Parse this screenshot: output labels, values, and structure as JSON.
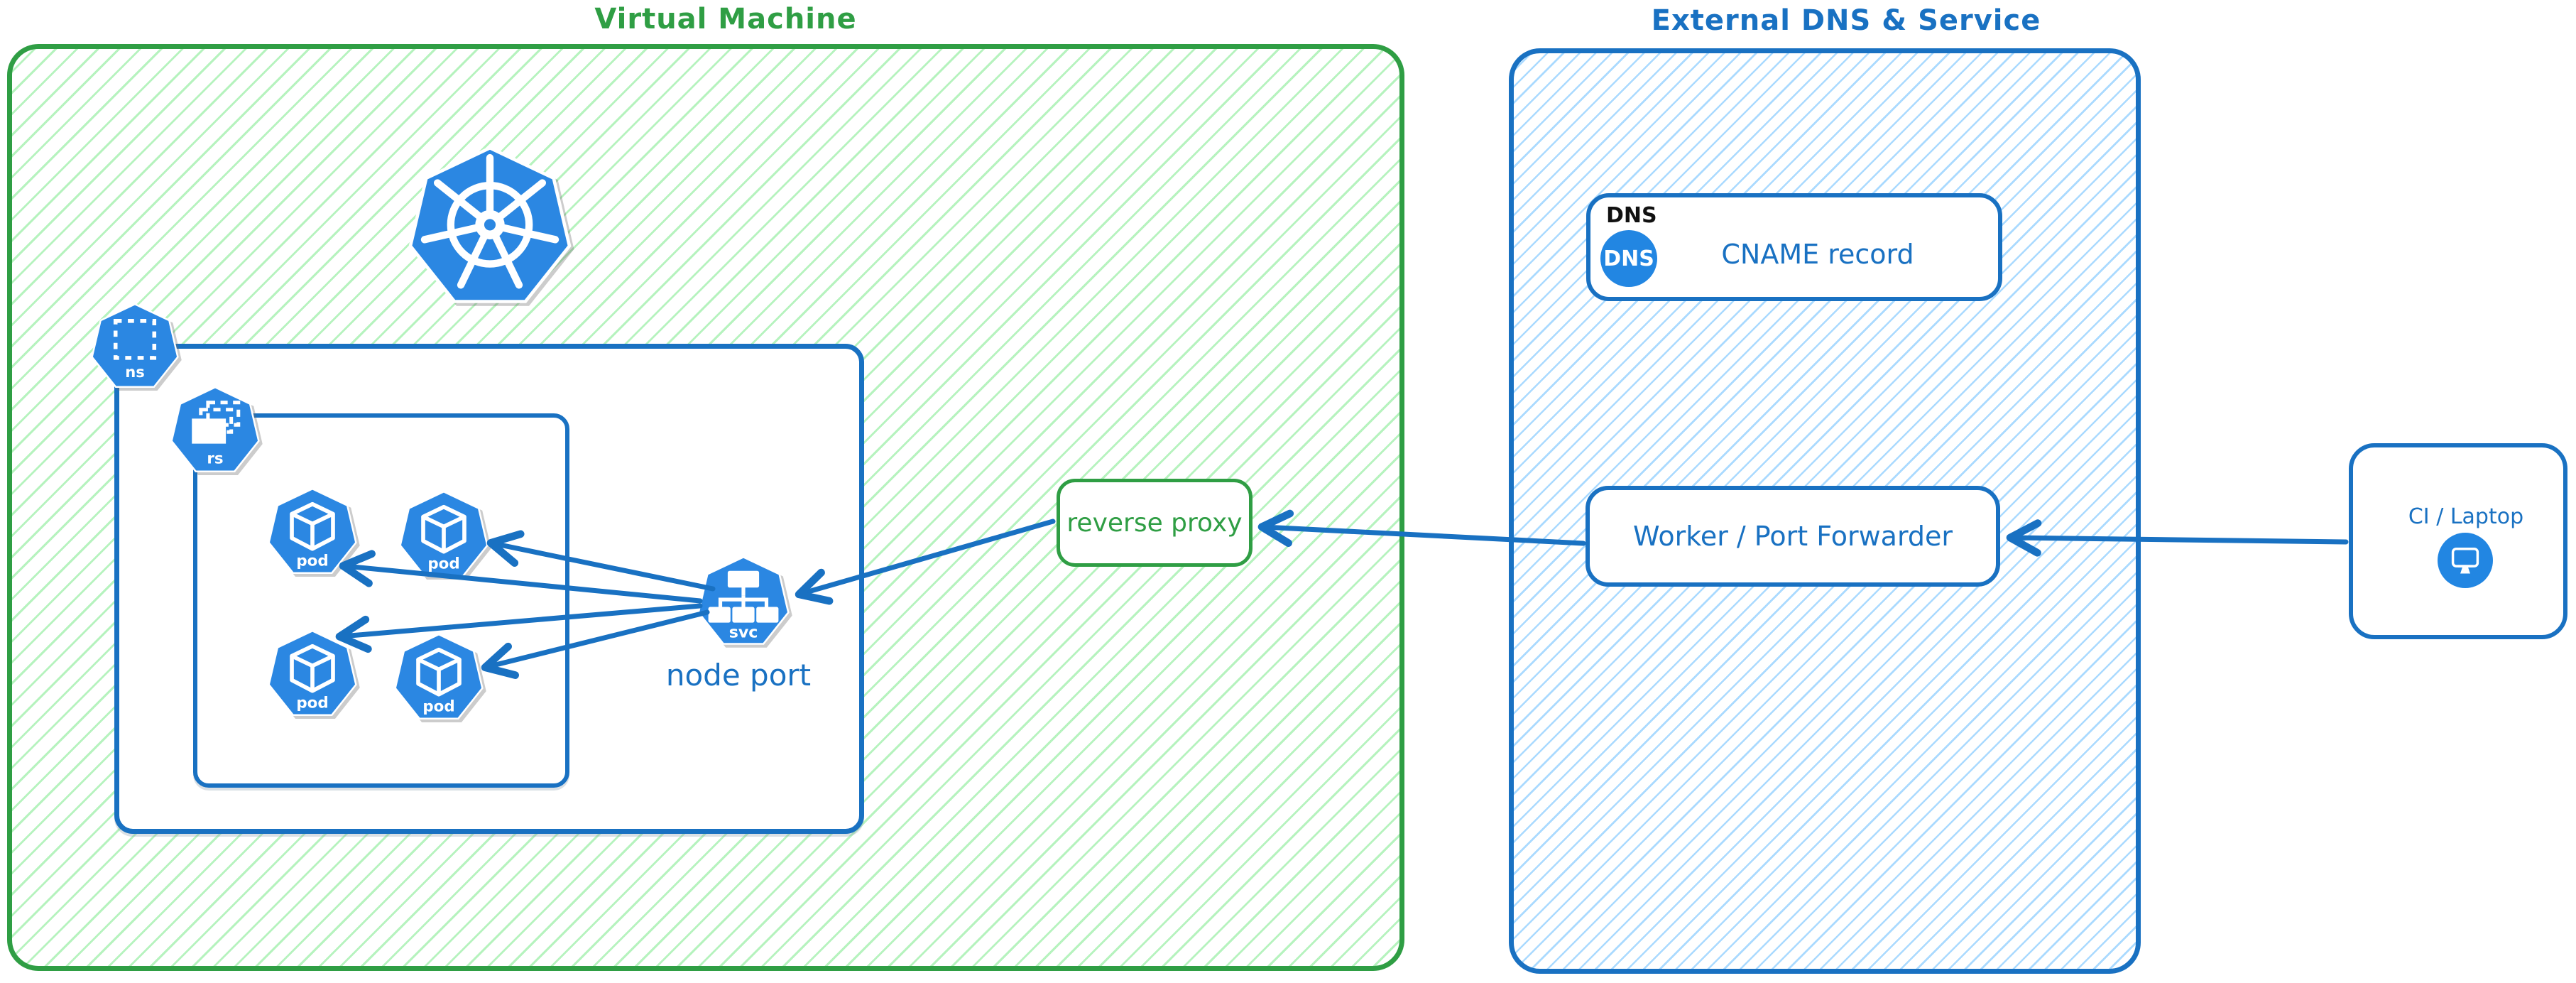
{
  "vm_group": {
    "title": "Virtual Machine"
  },
  "external_group": {
    "title": "External DNS & Service"
  },
  "k8s": {
    "ns_label": "ns",
    "rs_label": "rs",
    "pods": [
      "pod",
      "pod",
      "pod",
      "pod"
    ],
    "svc_label": "svc",
    "svc_caption": "node port"
  },
  "reverse_proxy": {
    "label": "reverse proxy"
  },
  "dns_card": {
    "tag": "DNS",
    "badge": "DNS",
    "record": "CNAME record"
  },
  "worker_card": {
    "label": "Worker / Port Forwarder"
  },
  "ci_card": {
    "label": "CI / Laptop"
  },
  "colors": {
    "green": "#2f9e44",
    "green_hatch": "#b2f2bb",
    "blue": "#1971c2",
    "blue_hatch": "#a5d8ff",
    "icon_blue": "#2b87e2",
    "tag_black": "#111111"
  }
}
